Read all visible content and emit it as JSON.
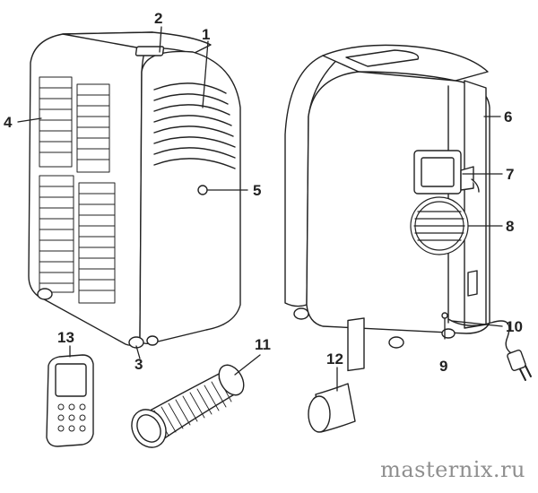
{
  "callouts": {
    "c1": "1",
    "c2": "2",
    "c3": "3",
    "c4": "4",
    "c5": "5",
    "c6": "6",
    "c7": "7",
    "c8": "8",
    "c9": "9",
    "c10": "10",
    "c11": "11",
    "c12": "12",
    "c13": "13"
  },
  "watermark": "masternix.ru",
  "colors": {
    "stroke": "#222222",
    "fill": "#ffffff",
    "watermark": "#8f8f8f"
  }
}
